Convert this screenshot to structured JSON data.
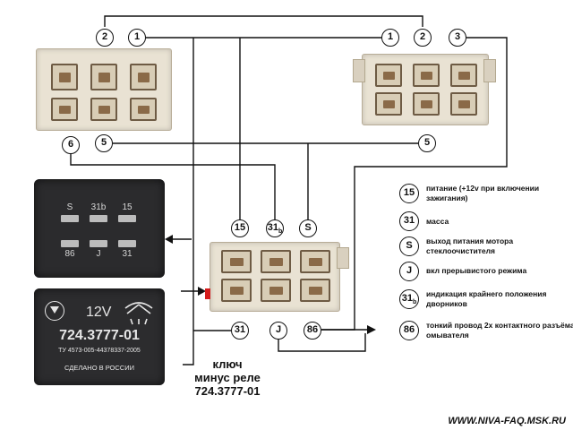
{
  "circles": {
    "top_left_2": "2",
    "top_left_1": "1",
    "top_right_1": "1",
    "top_right_2": "2",
    "top_right_3": "3",
    "mid_left_6": "6",
    "mid_left_5": "5",
    "mid_right_5": "5",
    "conn_15": "15",
    "conn_31b": "31",
    "conn_31b_sub": "b",
    "conn_s": "S",
    "bottom_31": "31",
    "bottom_j": "J",
    "bottom_86": "86"
  },
  "relay": {
    "pins": [
      "S",
      "31b",
      "15",
      "86",
      "J",
      "31"
    ],
    "voltage": "12V",
    "model": "724.3777-01",
    "tu": "ТУ 4573-005-44378337-2005",
    "made_in": "СДЕЛАНО В РОССИИ"
  },
  "legend": [
    {
      "symbol": "15",
      "text": "питание (+12v при включении зажигания)"
    },
    {
      "symbol": "31",
      "text": "масса"
    },
    {
      "symbol": "S",
      "text": "выход питания мотора стеклоочистителя"
    },
    {
      "symbol": "J",
      "text": "вкл прерывистого режима"
    },
    {
      "symbol": "31",
      "symbol_sub": "b",
      "text": "индикация крайнего положения дворников"
    },
    {
      "symbol": "86",
      "text": "тонкий провод 2х контактного разъёма омывателя"
    }
  ],
  "key_label": {
    "line1": "ключ",
    "line2": "минус реле",
    "line3": "724.3777-01"
  },
  "website": "WWW.NIVA-FAQ.MSK.RU",
  "colors": {
    "wire": "#111111",
    "relay_body": "#2b2b2d",
    "connector": "#e9e2d3",
    "key_marker": "#d41c1c"
  }
}
